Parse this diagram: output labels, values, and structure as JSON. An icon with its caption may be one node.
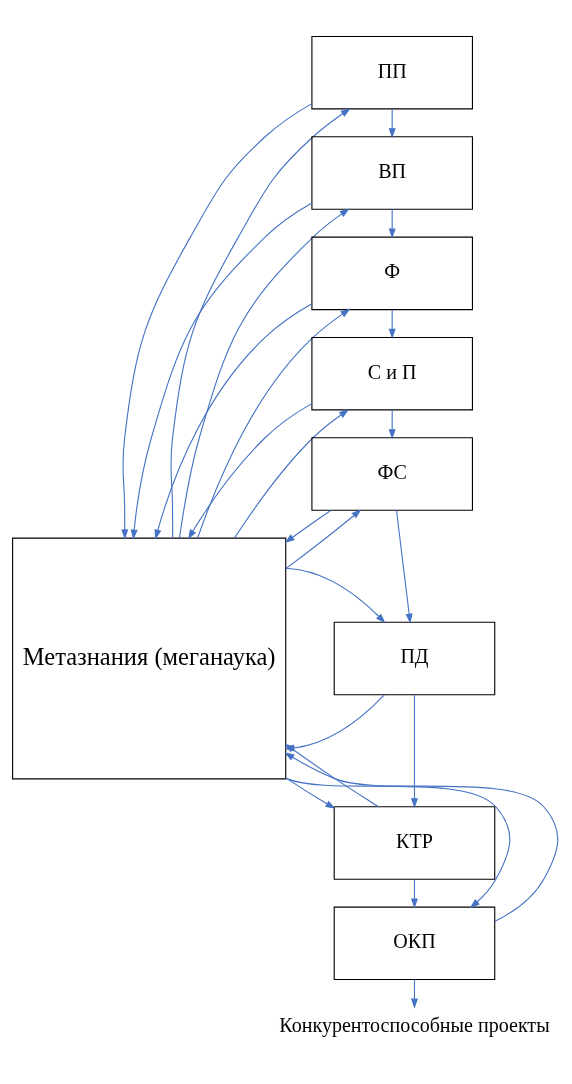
{
  "diagram": {
    "nodes": [
      {
        "text": [
          "Метазнания (меганаука)"
        ]
      },
      {
        "text": [
          "ПП"
        ]
      },
      {
        "text": [
          "ВП"
        ]
      },
      {
        "text": [
          "Ф"
        ]
      },
      {
        "text": [
          "С и П"
        ]
      },
      {
        "text": [
          "ФС"
        ]
      },
      {
        "text": [
          "ПД"
        ]
      },
      {
        "text": [
          "КТР"
        ]
      },
      {
        "text": [
          "ОКП"
        ]
      },
      {
        "text": [
          "Конкурентоспособные проекты"
        ]
      }
    ],
    "edges": [
      {
        "from": 1,
        "to": 0,
        "arrow": "to"
      },
      {
        "from": 0,
        "to": 1,
        "arrow": "to"
      },
      {
        "from": 1,
        "to": 2,
        "arrow": "to"
      },
      {
        "from": 2,
        "to": 0,
        "arrow": "to"
      },
      {
        "from": 0,
        "to": 2,
        "arrow": "to"
      },
      {
        "from": 2,
        "to": 3,
        "arrow": "to"
      },
      {
        "from": 3,
        "to": 0,
        "arrow": "to"
      },
      {
        "from": 0,
        "to": 3,
        "arrow": "to"
      },
      {
        "from": 3,
        "to": 4,
        "arrow": "to"
      },
      {
        "from": 4,
        "to": 0,
        "arrow": "to"
      },
      {
        "from": 0,
        "to": 4,
        "arrow": "to"
      },
      {
        "from": 4,
        "to": 5,
        "arrow": "to"
      },
      {
        "from": 5,
        "to": 0,
        "arrow": "to"
      },
      {
        "from": 0,
        "to": 5,
        "arrow": "to"
      },
      {
        "from": 5,
        "to": 6,
        "arrow": "to"
      },
      {
        "from": 6,
        "to": 0,
        "arrow": "to"
      },
      {
        "from": 0,
        "to": 6,
        "arrow": "to"
      },
      {
        "from": 6,
        "to": 7,
        "arrow": "to"
      },
      {
        "from": 7,
        "to": 0,
        "arrow": "to"
      },
      {
        "from": 0,
        "to": 7,
        "arrow": "to"
      },
      {
        "from": 7,
        "to": 8,
        "arrow": "to"
      },
      {
        "from": 8,
        "to": 0,
        "arrow": "to"
      },
      {
        "from": 0,
        "to": 8,
        "arrow": "to"
      },
      {
        "from": 8,
        "to": 9,
        "arrow": "to"
      }
    ]
  }
}
